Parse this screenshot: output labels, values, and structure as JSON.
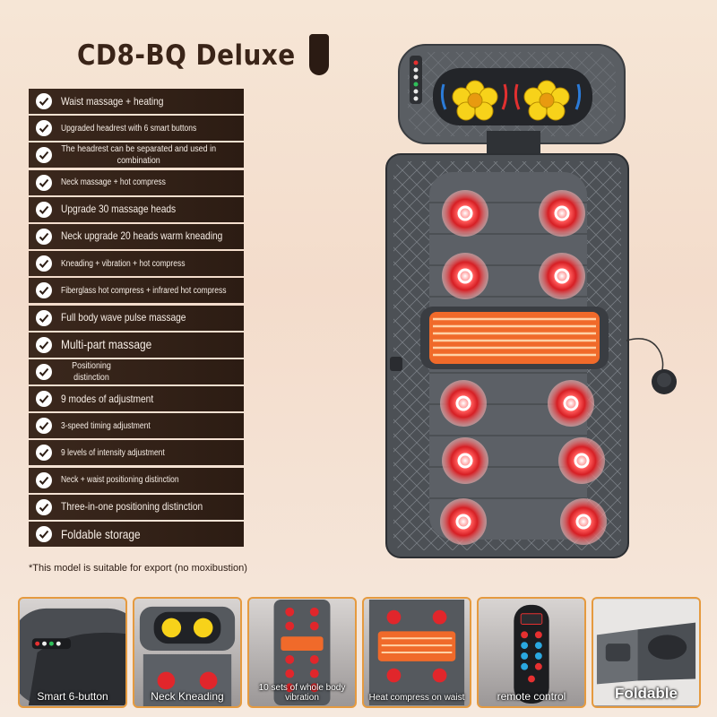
{
  "product": {
    "title": "CD8-BQ Deluxe",
    "note": "*This model is suitable for export (no moxibustion)"
  },
  "features": [
    "Waist massage + heating",
    "Upgraded headrest with 6 smart buttons",
    "The headrest can be separated and used in combination",
    "Neck massage + hot compress",
    "Upgrade 30 massage heads",
    "Neck upgrade 20 heads warm kneading",
    "Kneading + vibration + hot compress",
    "Fiberglass hot compress + infrared hot compress",
    "Full body wave pulse massage",
    "Multi-part massage",
    "Positioning distinction",
    "9 modes of adjustment",
    "3-speed timing adjustment",
    "9 levels of intensity adjustment",
    "Neck + waist positioning distinction",
    "Three-in-one positioning distinction",
    "Foldable storage"
  ],
  "thumbnails": [
    "Smart 6-button",
    "Neck Kneading",
    "10 sets of whole body vibration",
    "Heat compress on waist",
    "remote control",
    "Foldable"
  ],
  "colors": {
    "accent": "#e59a3f",
    "feature_bar": "#2c1c13",
    "heat_red": "#e1262b",
    "mat_gray": "#55595e"
  }
}
